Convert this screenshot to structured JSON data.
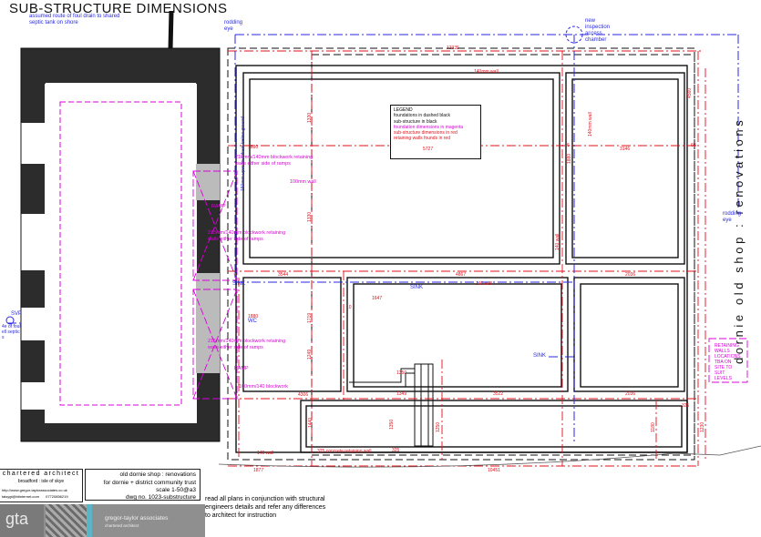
{
  "title": "SUB-STRUCTURE  DIMENSIONS",
  "side_title": "dornie  old  shop : renovations",
  "notes": {
    "drain_route": [
      "assumed route of foul drain to shared",
      "septic tank on shore"
    ],
    "rodding_eye_top": [
      "rodding",
      "eye"
    ],
    "rodding_eye_right": [
      "rodding",
      "eye"
    ],
    "chamber": [
      "new",
      "inspection",
      "access",
      "chamber"
    ],
    "drain_vertical": "150mm upvc foul drain below ground",
    "svp": "SVP",
    "septic": [
      "4e of foul",
      "ell septic",
      "s"
    ],
    "sink_1": "SINK",
    "sink_2": "SINK",
    "sink_3": "SINK",
    "wc": "WC"
  },
  "legend": {
    "heading": "LEGEND",
    "lines": [
      {
        "text": "foundations in dashed black",
        "color": "#111111"
      },
      {
        "text": "sub-structure in black",
        "color": "#111111"
      },
      {
        "text": "foundation dimensions in magenta",
        "color": "#d800d8"
      },
      {
        "text": "sub-structure dimensions in red",
        "color": "#e0101c"
      },
      {
        "text": "retaining walls founds in red",
        "color": "#e0101c"
      }
    ]
  },
  "plan_labels": {
    "blockwork_1": [
      "215mm/140mm blockwork retaining",
      "walls either side of ramps"
    ],
    "blockwork_2": [
      "215mm/140mm blockwork retaining",
      "walls either side of ramps"
    ],
    "blockwork_3": [
      "215mm/140mm blockwork retaining",
      "walls either side of ramps"
    ],
    "ramp_1": "RAMP",
    "ramp_2": "RAMP",
    "wall_140_top": "140mm wall",
    "wall_100": "100mm wall",
    "wall_140_mid": "140 wall",
    "wall_140_bottom": "140 wall",
    "wall_140_vert_1": "140 wall",
    "wall_140_vert_2": "140mm wall",
    "blockwork_low": "100mm/140 blockwork",
    "concrete_wall": "325 concrete retaining wall",
    "retaining_note": [
      "RETAINING",
      "WALLS",
      "LOCATIONS",
      "TBA ON",
      "SITE TO",
      "SUIT",
      "LEVELS"
    ]
  },
  "dimensions": {
    "d12335": "12335",
    "d10451": "10451",
    "d1877": "1877",
    "d4306": "4306",
    "d5727": "5727",
    "d3146": "3146",
    "d1880": "1880",
    "d1880b": "1880",
    "d4560": "4560",
    "d4867": "4867",
    "d2036": "2036",
    "d2036b": "2036",
    "d3522": "3522",
    "d1647": "1647",
    "d3544": "3544",
    "d1349": "1349",
    "d1350": "1350",
    "d6": "6",
    "d60": "60",
    "d325a": "325",
    "d325b": "325",
    "d1330": "1330",
    "d1330b": "1330",
    "d1249": "1249",
    "d1719": "1719",
    "d1440": "1440",
    "d1350v": "1350",
    "d1250": "1250",
    "d1180": "1180",
    "d1230": "1230",
    "d1880v": "1880",
    "d10": "10"
  },
  "title_block": {
    "firm_line": "chartered architect",
    "locations": "broadford  :  isle of skye",
    "web": "http://www.gregor-taylorassociates.co.uk",
    "email": "taisygt@btinternet.com",
    "phone": "07720856219",
    "project": "old  dornie  shop  :  renovations",
    "client": "for dornie + district community trust",
    "scale": "scale  1-50@a3",
    "drawing": "dwg no. 1023-substructure",
    "logo_text": "gta",
    "firm_name": "gregor-taylor associates",
    "firm_sub": "chartered architect"
  },
  "instruction": [
    "read all plans in conjunction with structural",
    "engineers details and refer any differences",
    "to architect for instruction"
  ],
  "colors": {
    "red": "#e0101c",
    "magenta": "#d800d8",
    "blue": "#2a2ae0",
    "black": "#111111"
  }
}
